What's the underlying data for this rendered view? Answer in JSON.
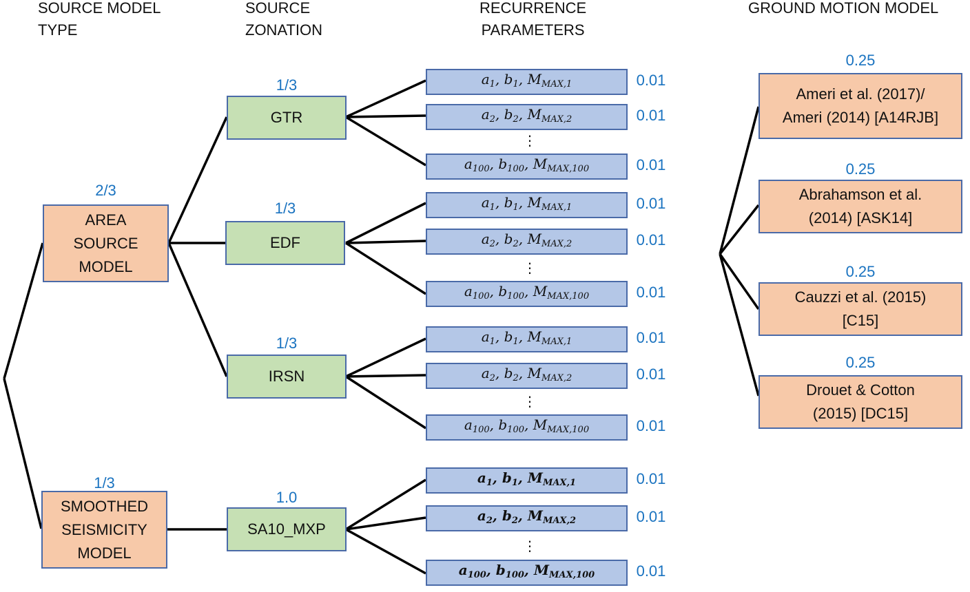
{
  "headers": {
    "source_model_type": "SOURCE MODEL\nTYPE",
    "source_zonation": "SOURCE\nZONATION",
    "recurrence_parameters": "RECURRENCE\nPARAMETERS",
    "ground_motion_model": "GROUND MOTION MODEL"
  },
  "source_models": [
    {
      "label": "AREA\nSOURCE\nMODEL",
      "weight": "2/3"
    },
    {
      "label": "SMOOTHED\nSEISMICITY\nMODEL",
      "weight": "1/3"
    }
  ],
  "zonations": [
    {
      "label": "GTR",
      "weight": "1/3",
      "parent": "AREA SOURCE MODEL"
    },
    {
      "label": "EDF",
      "weight": "1/3",
      "parent": "AREA SOURCE MODEL"
    },
    {
      "label": "IRSN",
      "weight": "1/3",
      "parent": "AREA SOURCE MODEL"
    },
    {
      "label": "SA10_MXP",
      "weight": "1.0",
      "parent": "SMOOTHED SEISMICITY MODEL"
    }
  ],
  "recurrence_groups": [
    {
      "zonation": "GTR",
      "bold": false,
      "ellipsis": "⋮",
      "items": [
        {
          "a": "a",
          "b": "b",
          "m": "M",
          "i": "1",
          "mmax": "MAX,1",
          "weight": "0.01"
        },
        {
          "a": "a",
          "b": "b",
          "m": "M",
          "i": "2",
          "mmax": "MAX,2",
          "weight": "0.01"
        },
        {
          "a": "a",
          "b": "b",
          "m": "M",
          "i": "100",
          "mmax": "MAX,100",
          "weight": "0.01"
        }
      ]
    },
    {
      "zonation": "EDF",
      "bold": false,
      "ellipsis": "⋮",
      "items": [
        {
          "a": "a",
          "b": "b",
          "m": "M",
          "i": "1",
          "mmax": "MAX,1",
          "weight": "0.01"
        },
        {
          "a": "a",
          "b": "b",
          "m": "M",
          "i": "2",
          "mmax": "MAX,2",
          "weight": "0.01"
        },
        {
          "a": "a",
          "b": "b",
          "m": "M",
          "i": "100",
          "mmax": "MAX,100",
          "weight": "0.01"
        }
      ]
    },
    {
      "zonation": "IRSN",
      "bold": false,
      "ellipsis": "⋮",
      "items": [
        {
          "a": "a",
          "b": "b",
          "m": "M",
          "i": "1",
          "mmax": "MAX,1",
          "weight": "0.01"
        },
        {
          "a": "a",
          "b": "b",
          "m": "M",
          "i": "2",
          "mmax": "MAX,2",
          "weight": "0.01"
        },
        {
          "a": "a",
          "b": "b",
          "m": "M",
          "i": "100",
          "mmax": "MAX,100",
          "weight": "0.01"
        }
      ]
    },
    {
      "zonation": "SA10_MXP",
      "bold": true,
      "ellipsis": "⋮",
      "items": [
        {
          "a": "a",
          "b": "b",
          "m": "M",
          "i": "1",
          "mmax": "MAX,1",
          "weight": "0.01"
        },
        {
          "a": "a",
          "b": "b",
          "m": "M",
          "i": "2",
          "mmax": "MAX,2",
          "weight": "0.01"
        },
        {
          "a": "a",
          "b": "b",
          "m": "M",
          "i": "100",
          "mmax": "MAX,100",
          "weight": "0.01"
        }
      ]
    }
  ],
  "ground_motion_models": [
    {
      "label": "Ameri et al. (2017)/\nAmeri (2014) [A14RJB]",
      "weight": "0.25"
    },
    {
      "label": "Abrahamson et al.\n(2014) [ASK14]",
      "weight": "0.25"
    },
    {
      "label": "Cauzzi et al. (2015)\n[C15]",
      "weight": "0.25"
    },
    {
      "label": "Drouet & Cotton\n(2015) [DC15]",
      "weight": "0.25"
    }
  ]
}
